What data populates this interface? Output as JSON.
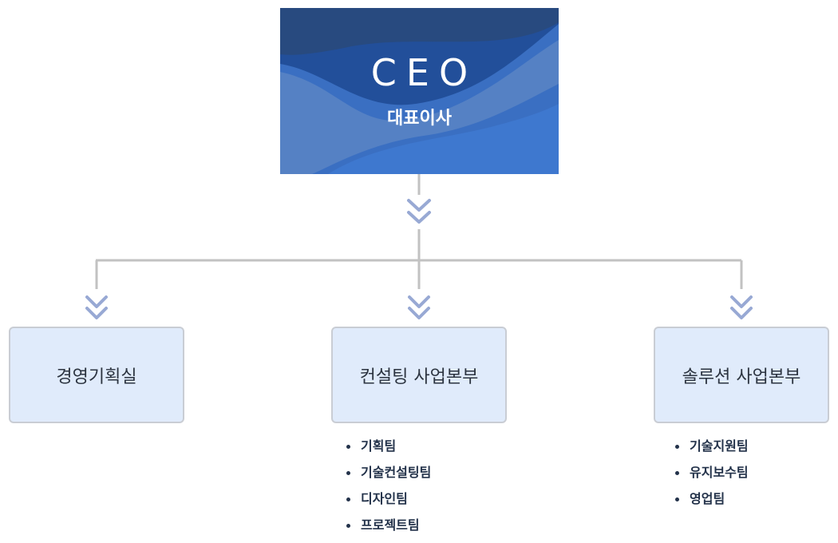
{
  "ceo": {
    "title": "CEO",
    "subtitle": "대표이사"
  },
  "departments": [
    {
      "label": "경영기획실",
      "teams": []
    },
    {
      "label": "컨설팅 사업본부",
      "teams": [
        "기획팀",
        "기술컨설팅팀",
        "디자인팀",
        "프로젝트팀"
      ]
    },
    {
      "label": "솔루션 사업본부",
      "teams": [
        "기술지원팀",
        "유지보수팀",
        "영업팀"
      ]
    }
  ],
  "colors": {
    "ceo_dark": "#2a5aa6",
    "ceo_light": "#3d78cf",
    "connector": "#c2c2c2",
    "chevron": "#98a9d4",
    "dept_fill": "#e0ebfb",
    "dept_border": "#c9cdd4",
    "team_text": "#23324a"
  }
}
